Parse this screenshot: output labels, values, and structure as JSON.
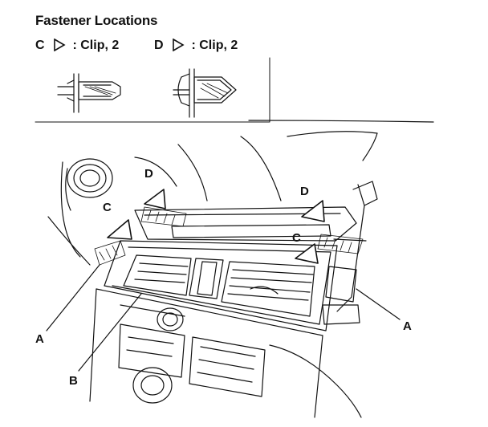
{
  "legend": {
    "title": "Fastener Locations",
    "items": [
      {
        "letter": "C",
        "text": ": Clip, 2"
      },
      {
        "letter": "D",
        "text": ": Clip, 2"
      }
    ]
  },
  "callouts": {
    "a_left": "A",
    "a_right": "A",
    "b": "B",
    "c_left": "C",
    "c_right": "C",
    "d_left": "D",
    "d_right": "D"
  }
}
